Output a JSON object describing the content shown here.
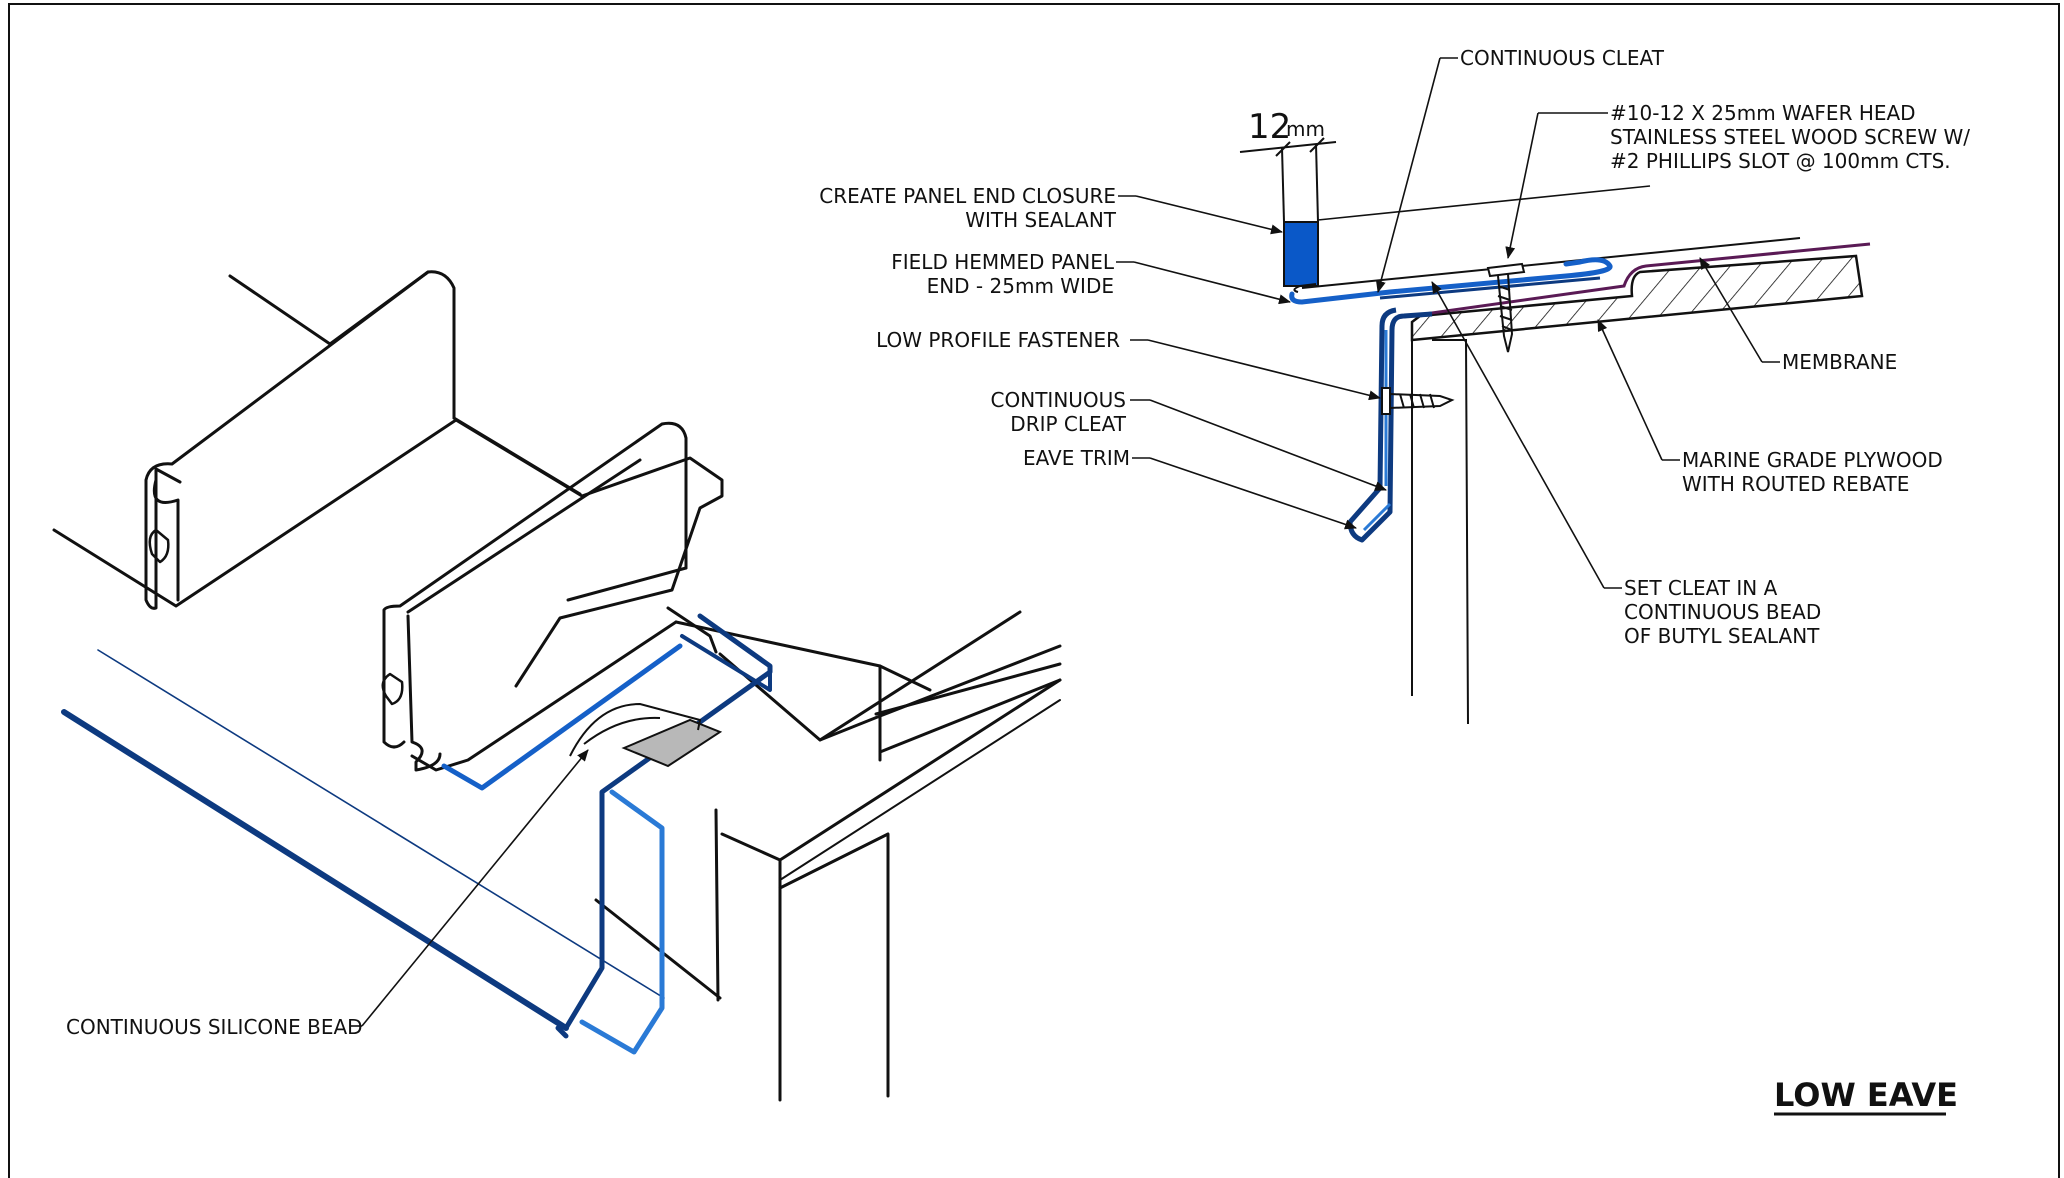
{
  "title": "LOW EAVE",
  "dimension": {
    "value": "12",
    "unit": "mm"
  },
  "labels": {
    "continuous_cleat": "CONTINUOUS CLEAT",
    "screw": [
      "#10-12 X 25mm WAFER HEAD",
      "STAINLESS STEEL WOOD SCREW W/",
      "#2 PHILLIPS SLOT @ 100mm CTS."
    ],
    "panel_end_closure": [
      "CREATE PANEL END CLOSURE",
      "WITH SEALANT"
    ],
    "field_hemmed": [
      "FIELD HEMMED PANEL",
      "END - 25mm WIDE"
    ],
    "low_profile_fastener": "LOW PROFILE FASTENER",
    "drip_cleat": [
      "CONTINUOUS",
      "DRIP CLEAT"
    ],
    "eave_trim": "EAVE TRIM",
    "membrane": "MEMBRANE",
    "plywood": [
      "MARINE GRADE PLYWOOD",
      "WITH ROUTED REBATE"
    ],
    "butyl": [
      "SET CLEAT IN A",
      "CONTINUOUS BEAD",
      "OF BUTYL SEALANT"
    ],
    "silicone_bead": "CONTINUOUS SILICONE BEAD"
  },
  "colors": {
    "line": "#111111",
    "blue_dark": "#0d3a80",
    "blue_mid": "#1560c8",
    "blue_light": "#2a7ad6",
    "sealant": "#0a58c8",
    "membrane": "#5a1a55",
    "gray": "#b8b8b8"
  }
}
